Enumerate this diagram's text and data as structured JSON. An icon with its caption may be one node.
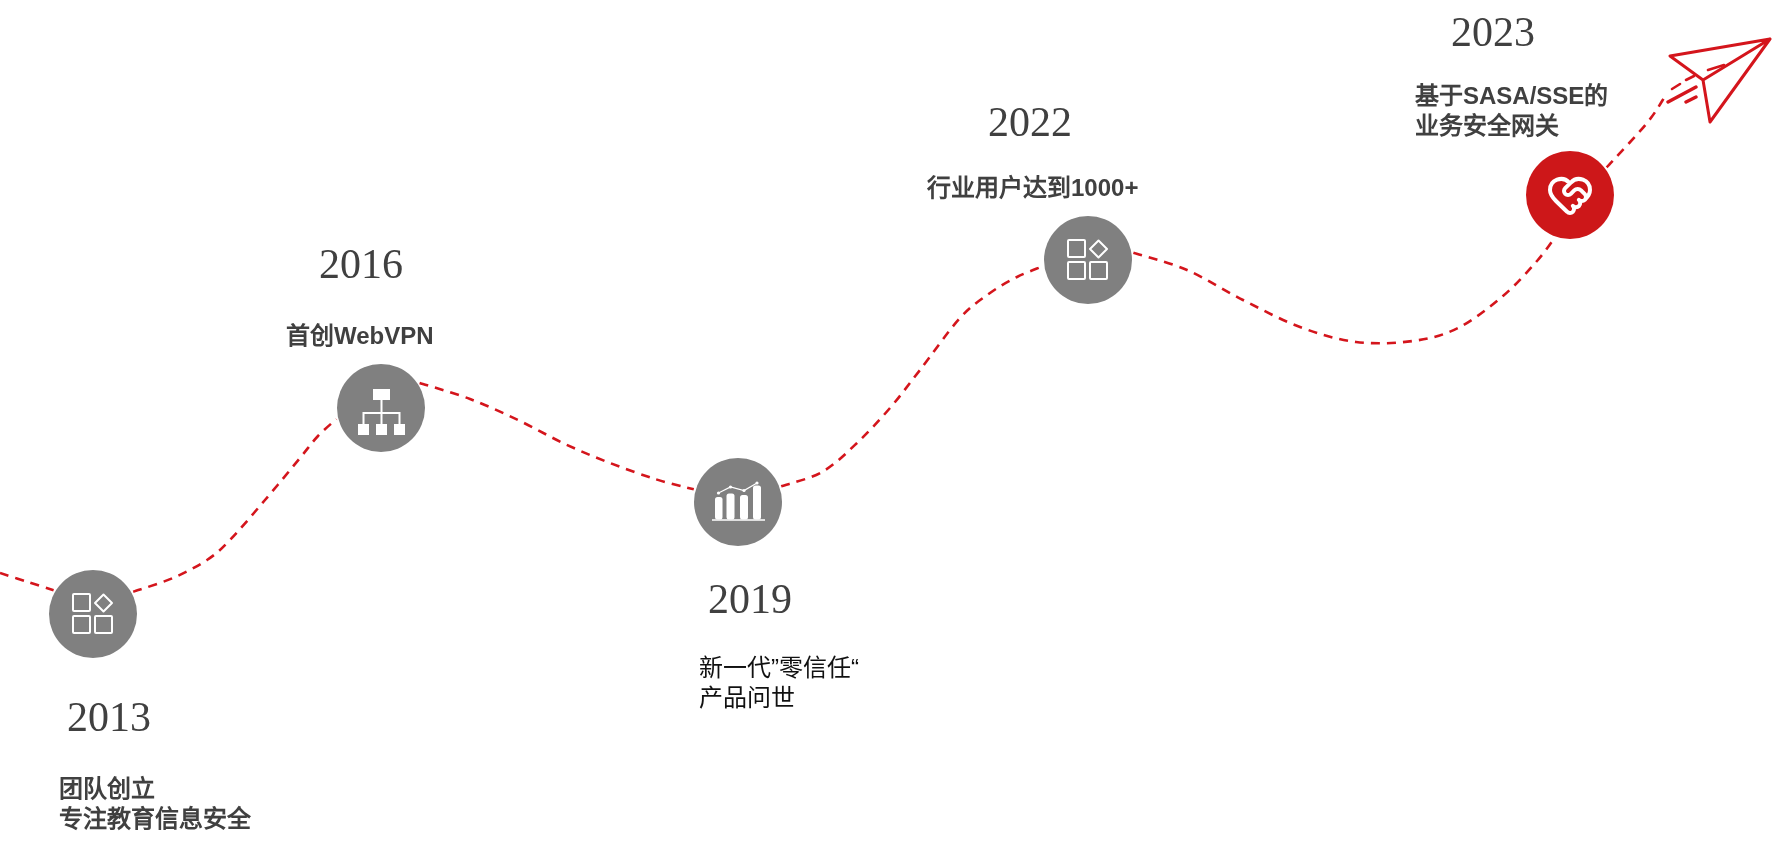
{
  "diagram": {
    "nodes": [
      {
        "text": [],
        "shape": "circle",
        "beside": [
          "2013",
          "团队创立",
          "专注教育信息安全"
        ]
      },
      {
        "text": [],
        "shape": "circle",
        "beside": [
          "2016",
          "首创WebVPN"
        ]
      },
      {
        "text": [],
        "shape": "circle",
        "beside": [
          "2019",
          "新一代”零信任“产品问世"
        ]
      },
      {
        "text": [],
        "shape": "circle",
        "beside": [
          "2022",
          "行业用户达到1000+"
        ]
      },
      {
        "text": [],
        "shape": "circle",
        "beside": [
          "2023",
          "基于SASA/SSE的业务安全网关"
        ]
      },
      {
        "text": [],
        "shape": "picture"
      }
    ],
    "edges": [
      {
        "from": null,
        "to": 0,
        "arrow": "none",
        "style": "dashed"
      },
      {
        "from": 0,
        "to": 1,
        "arrow": "none",
        "style": "dashed"
      },
      {
        "from": 1,
        "to": 2,
        "arrow": "none",
        "style": "dashed"
      },
      {
        "from": 2,
        "to": 3,
        "arrow": "none",
        "style": "dashed"
      },
      {
        "from": 3,
        "to": 4,
        "arrow": "none",
        "style": "dashed"
      },
      {
        "from": 4,
        "to": 5,
        "arrow": "none",
        "style": "dashed"
      }
    ]
  }
}
